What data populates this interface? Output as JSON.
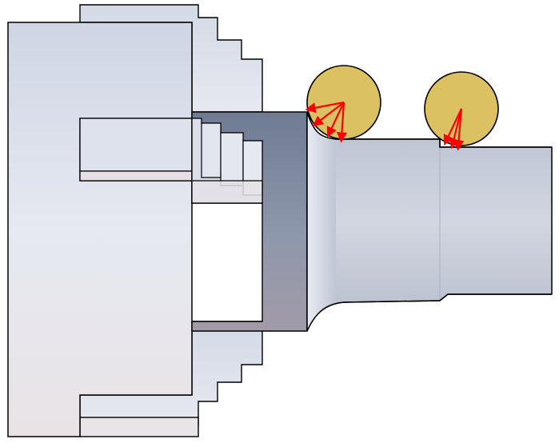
{
  "diagram": {
    "description_visible_text": "",
    "parts": {
      "chuck": "lathe-chuck",
      "jaws": "chuck-jaws",
      "workpiece": "turned-workpiece",
      "rollers": [
        "deep-rolling-roller-1",
        "deep-rolling-roller-2"
      ]
    },
    "colors": {
      "chuck_fill": "#dfe3ee",
      "jaw_fill": "#dde2ec",
      "shoulder_fill": "#7f8aa0",
      "shaft_fill": "#c7ccd9",
      "roller_fill": "#dcc163",
      "force_arrow": "#ff0000",
      "outline": "#000000"
    },
    "force_arrows_per_roller": 4
  }
}
